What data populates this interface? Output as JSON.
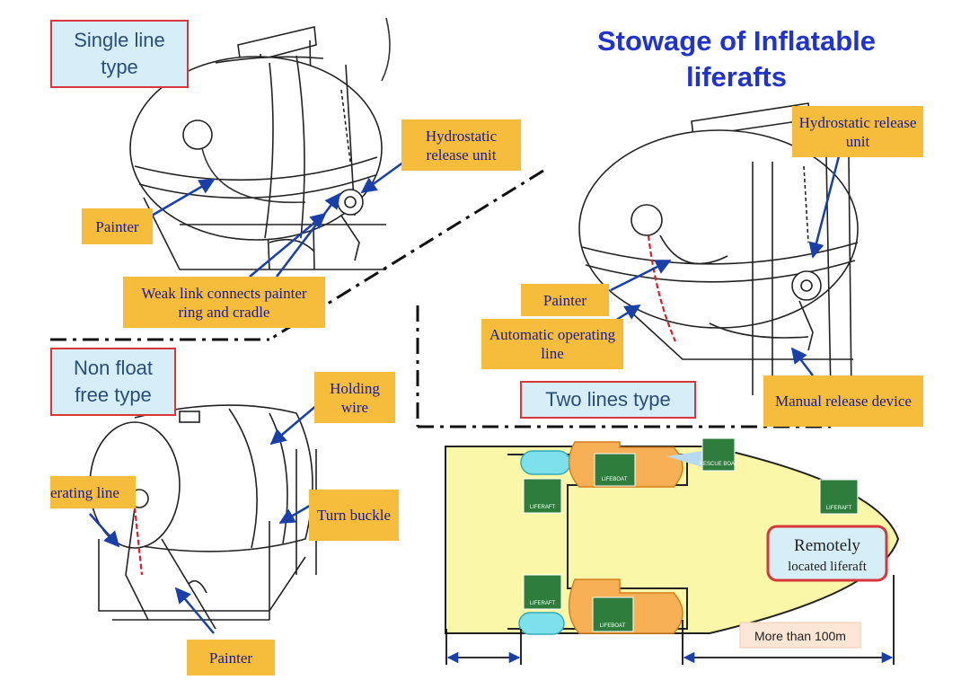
{
  "title": "Stowage of Inflatable liferafts",
  "types": {
    "single_line": "Single line type",
    "non_float_free": "Non float free type",
    "two_lines": "Two lines type"
  },
  "labels": {
    "single_hru": "Hydrostatic release unit",
    "single_painter": "Painter",
    "weak_link": "Weak link connects painter ring and cradle",
    "two_hru": "Hydrostatic release unit",
    "two_painter": "Painter",
    "automatic_line": "Automatic operating line",
    "manual_release": "Manual release device",
    "holding_wire": "Holding wire",
    "operating_line": "erating line",
    "turn_buckle": "Turn buckle",
    "nf_painter": "Painter"
  },
  "plan": {
    "lifeboat_label": "LIFEBOAT",
    "liferaft_label": "LIFERAFT",
    "rescue_boat_label": "RESCUE BOAT",
    "remote_line1": "Remotely",
    "remote_line2": "located liferaft",
    "distance": "More than 100m"
  },
  "colors": {
    "label_bg": "#f6bd3c",
    "label_text": "#1a1a8c",
    "title_box_bg": "#d5eef8",
    "title_box_border": "#d8363d",
    "heading": "#2233cc",
    "deck_fill": "#fbf7a8",
    "boat_orange": "#f7b056",
    "sign_green": "#2f7d3c"
  }
}
